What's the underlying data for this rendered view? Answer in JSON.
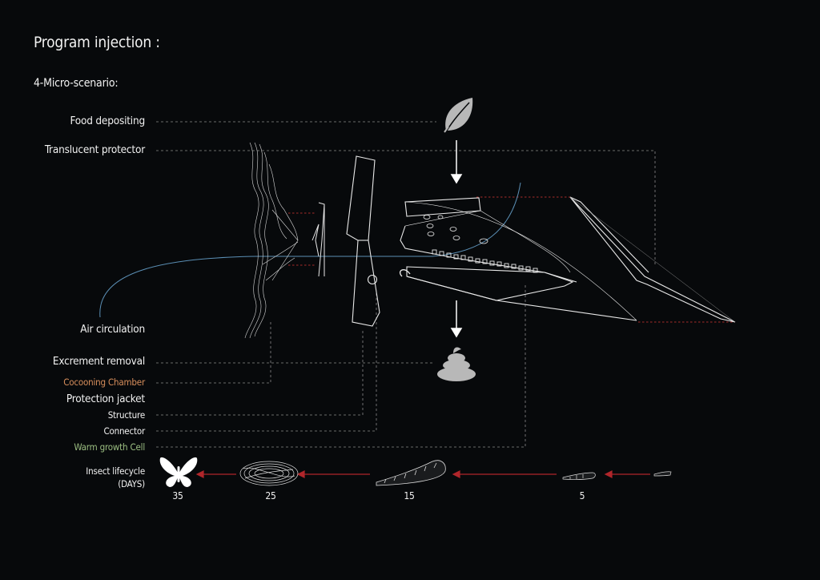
{
  "title": "Program injection :",
  "subtitle": "4-Micro-scenario:",
  "labels": {
    "food": "Food depositing",
    "translucent": "Translucent protector",
    "air": "Air circulation",
    "excrement": "Excrement removal",
    "cocooning": "Cocooning Chamber",
    "protection": "Protection jacket",
    "structure": "Structure",
    "connector": "Connector",
    "warm": "Warm growth Cell"
  },
  "lifecycle": {
    "label_line1": "Insect lifecycle",
    "label_line2": "(DAYS)",
    "days": [
      "35",
      "25",
      "15",
      "5"
    ]
  },
  "colors": {
    "background": "#07090b",
    "text": "#f2f2f2",
    "cocooning": "#d98f5c",
    "warm": "#9cbf82",
    "arrow_red": "#b0262b",
    "air_blue": "#5b8fb5",
    "red_dashed": "#a52a2a"
  },
  "icons": {
    "food": "leaf-icon",
    "excrement": "poop-icon",
    "adult": "butterfly-icon",
    "pupa": "cocoon-icon",
    "larva": "silkworm-icon"
  }
}
